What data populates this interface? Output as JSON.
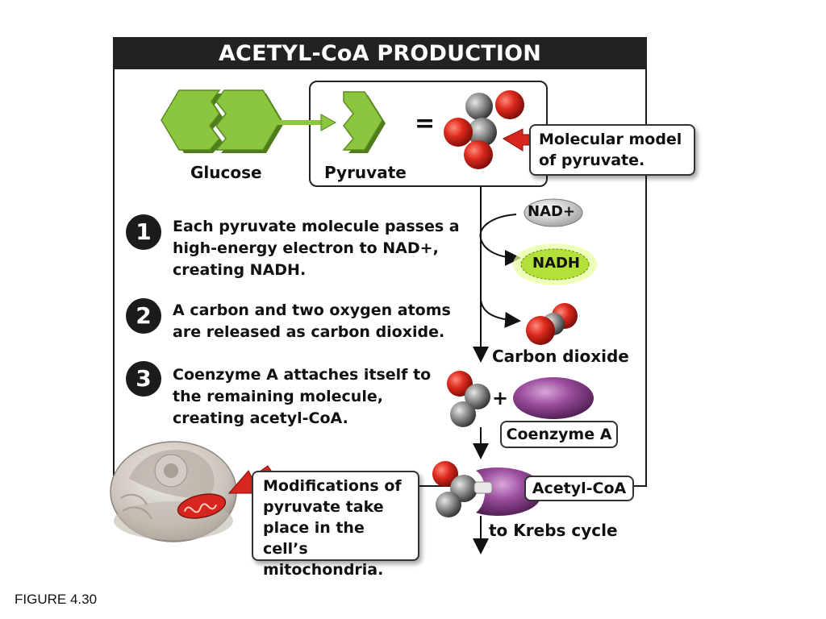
{
  "title": "ACETYL-CoA PRODUCTION",
  "labels": {
    "glucose": "Glucose",
    "pyruvate": "Pyruvate",
    "equals": "=",
    "carbon_dioxide": "Carbon dioxide",
    "plus": "+",
    "to_krebs": "to Krebs cycle"
  },
  "callouts": {
    "molecular_model": "Molecular model of pyruvate.",
    "mitochondria": "Modifications of pyruvate take place in the cell’s mitochondria."
  },
  "badges": {
    "nad_plus": "NAD+",
    "nadh": "NADH",
    "coenzyme_a": "Coenzyme A",
    "acetyl_coa": "Acetyl-CoA"
  },
  "steps": [
    {
      "number": "1",
      "text": "Each pyruvate molecule passes a high-energy electron to NAD+, creating NADH."
    },
    {
      "number": "2",
      "text": "A carbon and two oxygen atoms are released as carbon dioxide."
    },
    {
      "number": "3",
      "text": "Coenzyme A attaches itself to the remaining molecule, creating acetyl-CoA."
    }
  ],
  "figure_label": "FIGURE 4.30",
  "colors": {
    "title_bar": "#222222",
    "hexagon_green": "#8cc63f",
    "oxygen_red": "#d7261e",
    "carbon_gray": "#7a7a7a",
    "coenzyme_purple": "#8b3f8e",
    "nadh_glow": "#c8f046"
  }
}
